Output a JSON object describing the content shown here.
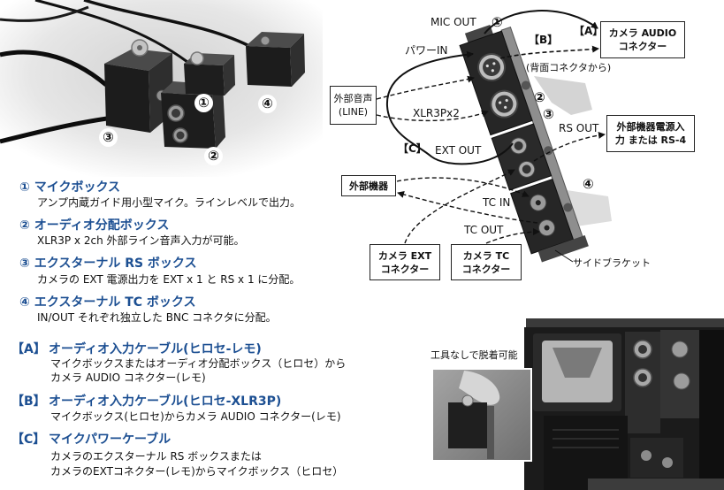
{
  "photo_top": {
    "markers": {
      "one": "①",
      "two": "②",
      "three": "③",
      "four": "④"
    }
  },
  "diagram": {
    "mic_out": "MIC OUT",
    "mic_out_num": "①",
    "power_in": "パワーIN",
    "cable_b": "【B】",
    "cable_a": "【A】",
    "camera_audio_box": [
      "カメラ AUDIO",
      "コネクター"
    ],
    "rear_note": "(背面コネクタから)",
    "ext_audio_box": [
      "外部音声",
      "(LINE)"
    ],
    "xlr": "XLR3Px2",
    "num_two": "②",
    "num_three": "③",
    "rs_out": "RS OUT",
    "ext_power_box": [
      "外部機器電源入",
      "力 または RS-4"
    ],
    "cable_c": "【C】",
    "ext_out": "EXT OUT",
    "num_four": "④",
    "ext_device_box": "外部機器",
    "tc_in": "TC IN",
    "tc_out": "TC OUT",
    "camera_ext_box": [
      "カメラ EXT",
      "コネクター"
    ],
    "camera_tc_box": [
      "カメラ TC",
      "コネクター"
    ],
    "side_bracket": "サイドブラケット"
  },
  "components": [
    {
      "num": "①",
      "title": "マイクボックス",
      "desc": "アンプ内蔵ガイド用小型マイク。ラインレベルで出力。"
    },
    {
      "num": "②",
      "title": "オーディオ分配ボックス",
      "desc": "XLR3P x 2ch 外部ライン音声入力が可能。"
    },
    {
      "num": "③",
      "title": "エクスターナル RS ボックス",
      "desc": "カメラの EXT 電源出力を EXT x 1 と RS x 1 に分配。"
    },
    {
      "num": "④",
      "title": "エクスターナル TC ボックス",
      "desc": "IN/OUT それぞれ独立した BNC コネクタに分配。"
    }
  ],
  "cables": [
    {
      "tag": "【A】",
      "title": "オーディオ入力ケーブル(ヒロセ-レモ)",
      "desc": [
        "マイクボックスまたはオーディオ分配ボックス（ヒロセ）から",
        "カメラ AUDIO コネクター(レモ)"
      ]
    },
    {
      "tag": "【B】",
      "title": "オーディオ入力ケーブル(ヒロセ-XLR3P)",
      "desc": [
        "マイクボックス(ヒロセ)からカメラ AUDIO コネクター(レモ)"
      ]
    },
    {
      "tag": "【C】",
      "title": "マイクパワーケーブル",
      "desc": [
        "カメラのエクスターナル RS ボックスまたは",
        "カメラのEXTコネクター(レモ)からマイクボックス（ヒロセ）"
      ]
    }
  ],
  "photo_bottom": {
    "caption": "工具なしで脱着可能"
  },
  "colors": {
    "heading": "#1c4f92",
    "text": "#111111",
    "page": "#ffffff"
  }
}
